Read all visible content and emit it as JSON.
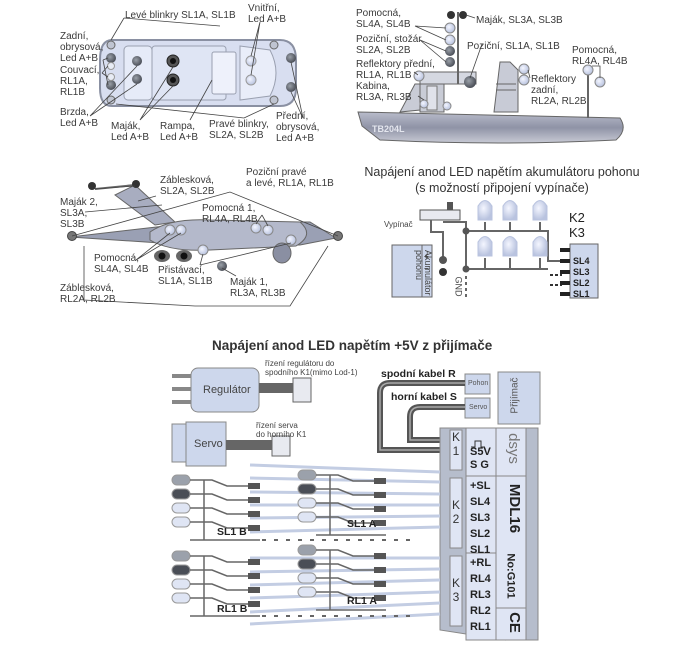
{
  "car": {
    "labels": {
      "left_blinkers": "Levé blinkry SL1A, SL1B",
      "interior": "Vnitřní,\nLed A+B",
      "rear_outline": "Zadní,\nobrysová,\nLed A+B",
      "reverse": "Couvací,\nRL1A,\nRL1B",
      "brake": "Brzda,\nLed A+B",
      "beacon": "Maják,\nLed A+B",
      "ramp": "Rampa,\nLed A+B",
      "right_blinkers": "Pravé blinkry,\nSL2A, SL2B",
      "front_outline": "Přední,\nobrysová,\nLed A+B"
    }
  },
  "ship": {
    "hull_text": "TB204L",
    "labels": {
      "aux_mast": "Pomocná,\nSL4A, SL4B",
      "beacon": "Maják, SL3A, SL3B",
      "position_mast": "Poziční, stožár\nSL2A, SL2B",
      "position": "Poziční, SL1A, SL1B",
      "front_reflectors": "Reflektory přední,\nRL1A, RL1B",
      "aux_rear": "Pomocná,\nRL4A, RL4B",
      "cabin": "Kabina,\nRL3A, RL3B",
      "rear_reflectors": "Reflektory\nzadní,\nRL2A, RL2B"
    }
  },
  "plane": {
    "labels": {
      "position_lr": "Poziční pravé\na levé, RL1A, RL1B",
      "strobe_tail": "Záblesková,\nSL2A, SL2B",
      "beacon2": "Maják 2,\nSL3A,\nSL3B",
      "aux1": "Pomocná 1,\nRL4A, RL4B",
      "aux": "Pomocná,\nSL4A, SL4B",
      "landing": "Přistávací,\nSL1A, SL1B",
      "beacon1": "Maják 1,\nRL3A, RL3B",
      "strobe_wing": "Záblesková,\nRL2A, RL2B"
    }
  },
  "battery_diagram": {
    "title_line1": "Napájení anod LED napětím akumulátoru pohonu",
    "title_line2": "(s možností připojení vypínače)",
    "switch_label": "Vypínač",
    "battery_label": "Akumulátor\npohonu",
    "plus": "+",
    "minus": "−",
    "gnd": "GND",
    "connectors": "K2\nK3",
    "pins": [
      "SL4",
      "SL3",
      "SL2",
      "SL1"
    ]
  },
  "receiver_diagram": {
    "title": "Napájení anod LED napětím +5V z přijímače",
    "regulator": "Regulátor",
    "regulator_note": "řízení regulátoru do\nspodního K1(mimo Lod-1)",
    "servo": "Servo",
    "servo_note": "řízení serva\ndo horního K1",
    "lower_cable": "spodní kabel R",
    "upper_cable": "horní kabel S",
    "receiver": "Přijímač",
    "receiver_ports": [
      "Pohon",
      "Servo"
    ],
    "groups": [
      "SL1 B",
      "SL1 A",
      "RL1 B",
      "RL1 A"
    ],
    "module": {
      "brand": "dsys",
      "model": "MDL16",
      "serial": "No:G101",
      "ce_mark": "CE",
      "k1": "K\n1",
      "k2": "K\n2",
      "k3": "K\n3",
      "k1_pins": "S5V\nS G",
      "k2_pins": [
        "+SL",
        "SL4",
        "SL3",
        "SL2",
        "SL1"
      ],
      "k3_pins": [
        "+RL",
        "RL4",
        "RL3",
        "RL2",
        "RL1"
      ]
    }
  }
}
